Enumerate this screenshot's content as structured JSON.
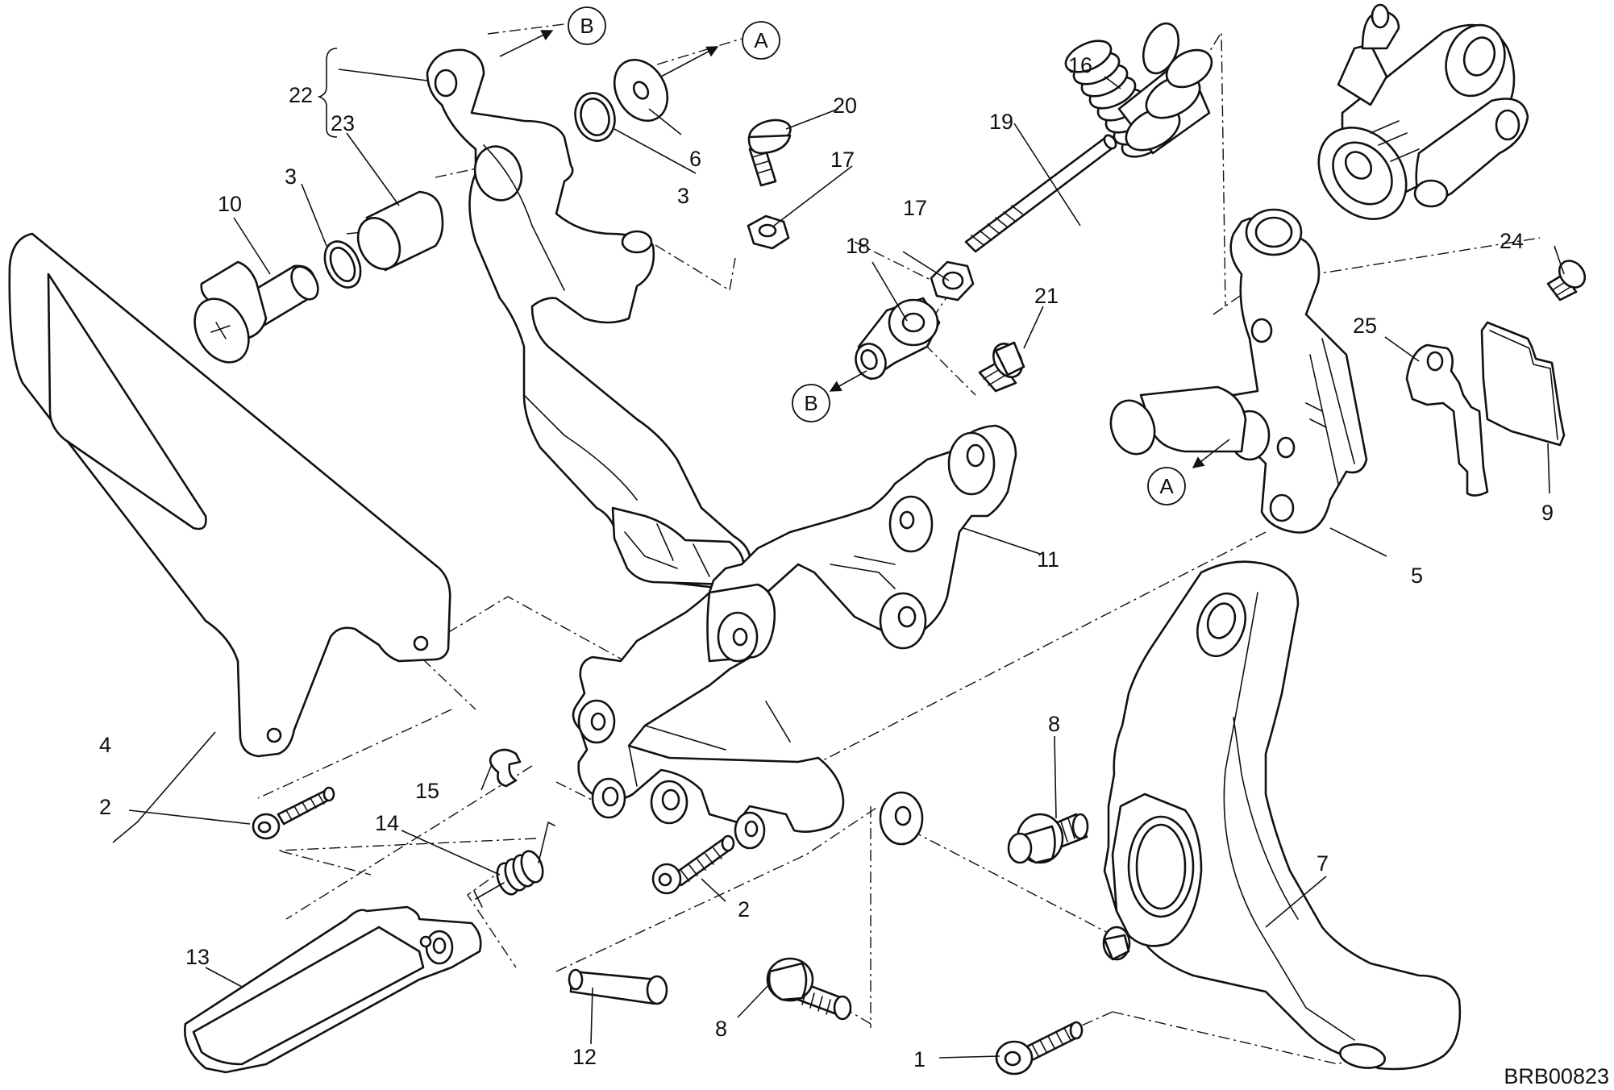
{
  "drawing_code": "BRB00823",
  "callouts": {
    "c1": "1",
    "c2a": "2",
    "c2b": "2",
    "c3a": "3",
    "c3b": "3",
    "c4": "4",
    "c5": "5",
    "c6": "6",
    "c7": "7",
    "c8a": "8",
    "c8b": "8",
    "c9": "9",
    "c10": "10",
    "c11": "11",
    "c12": "12",
    "c13": "13",
    "c14": "14",
    "c15": "15",
    "c16": "16",
    "c17a": "17",
    "c17b": "17",
    "c18": "18",
    "c19": "19",
    "c20": "20",
    "c21": "21",
    "c22": "22",
    "c23": "23",
    "c24": "24",
    "c25": "25"
  },
  "references": {
    "b_top": "B",
    "a_top": "A",
    "b_mid": "B",
    "a_right": "A"
  },
  "colors": {
    "line": "#111111",
    "background": "#ffffff"
  }
}
